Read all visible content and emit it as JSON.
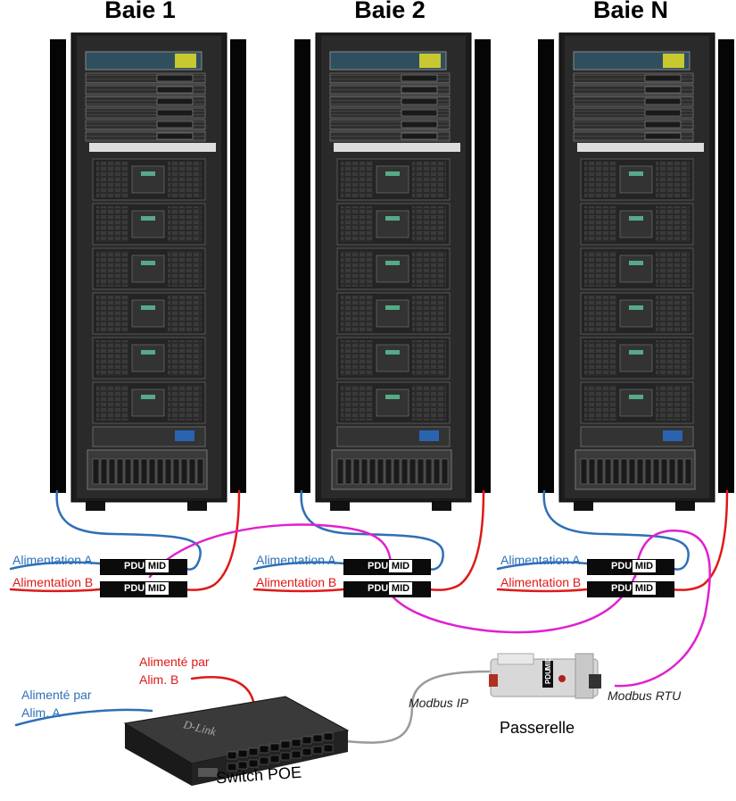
{
  "racks": [
    {
      "title": "Baie 1"
    },
    {
      "title": "Baie 2"
    },
    {
      "title": "Baie N"
    }
  ],
  "pdu": {
    "left": "PDU",
    "right": "MID"
  },
  "feeds": {
    "a": "Alimentation A",
    "b": "Alimentation B"
  },
  "switch": {
    "label": "Switch POE",
    "powered_a_line1": "Alimenté par",
    "powered_a_line2": "Alim. A",
    "powered_b_line1": "Alimenté par",
    "powered_b_line2": "Alim. B",
    "brand": "D-Link"
  },
  "gateway": {
    "label": "Passerelle",
    "ip_label": "Modbus IP",
    "rtu_label": "Modbus RTU",
    "badge_pdu": "PDU",
    "badge_mid": "MID"
  },
  "colors": {
    "feed_a": "#2e6fb7",
    "feed_b": "#e01818",
    "modbus_rtu": "#e020d0",
    "ethernet": "#9a9a9a",
    "rack_body": "#1c1c1c"
  }
}
